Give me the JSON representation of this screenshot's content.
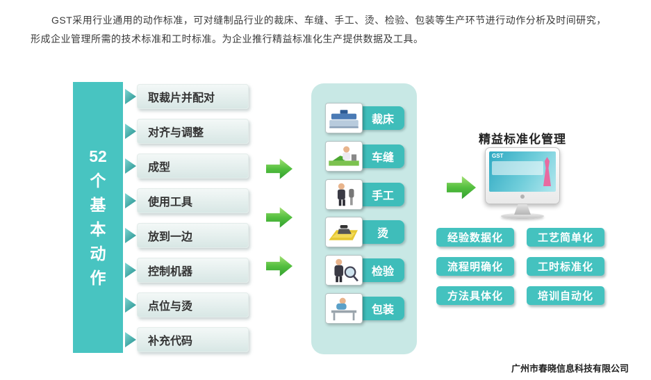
{
  "header": {
    "line1": "GST采用行业通用的动作标准，可对缝制品行业的裁床、车缝、手工、烫、检验、包装等生产环节进行动作分析及时间研究，",
    "line2": "形成企业管理所需的技术标准和工时标准。为企业推行精益标准化生产提供数据及工具。"
  },
  "left_bar": {
    "label": "52个基本动作",
    "lines": [
      "52",
      "个",
      "基",
      "本",
      "动",
      "作"
    ]
  },
  "motions": {
    "items": [
      "取裁片并配对",
      "对齐与调整",
      "成型",
      "使用工具",
      "放到一边",
      "控制机器",
      "点位与烫",
      "补充代码"
    ]
  },
  "process": {
    "items": [
      {
        "label": "裁床",
        "icon": "cutting-machine-icon"
      },
      {
        "label": "车缝",
        "icon": "sewing-icon"
      },
      {
        "label": "手工",
        "icon": "handwork-icon"
      },
      {
        "label": "烫",
        "icon": "ironing-icon"
      },
      {
        "label": "检验",
        "icon": "inspection-icon"
      },
      {
        "label": "包装",
        "icon": "packaging-icon"
      }
    ]
  },
  "result": {
    "title": "精益标准化管理",
    "screen_label": "GST",
    "badges": [
      "经验数据化",
      "工艺简单化",
      "流程明确化",
      "工时标准化",
      "方法具体化",
      "培训自动化"
    ]
  },
  "footer": {
    "company": "广州市春晓信息科技有限公司"
  },
  "colors": {
    "teal": "#48c4c1",
    "panel_teal": "#c8e8e5",
    "label_teal": "#3fbdba",
    "arrow_green": "#3fae35"
  }
}
